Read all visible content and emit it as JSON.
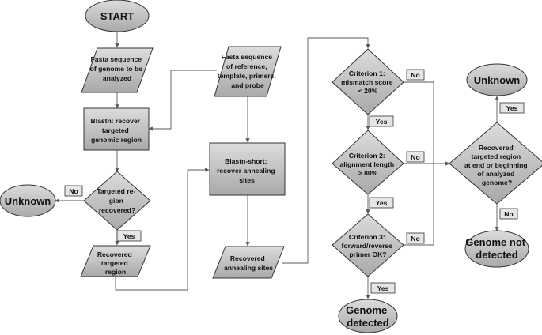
{
  "nodes": {
    "start": "START",
    "fasta_genome": [
      "Fasta sequence",
      "of genome to be",
      "analyzed"
    ],
    "fasta_reference": [
      "Fasta sequence",
      "of reference,",
      "template, primers,",
      "and probe"
    ],
    "blastn": [
      "Blastn: recover",
      "targeted",
      "genomic region"
    ],
    "targeted_recovered": [
      "Targeted re-",
      "gion",
      "recovered?"
    ],
    "unknown_left": "Unknown",
    "recovered_region": [
      "Recovered",
      "targeted",
      "region"
    ],
    "blastn_short": [
      "Blastn-short:",
      "recover annealing",
      "sites"
    ],
    "recovered_annealing": [
      "Recovered",
      "annealing sites"
    ],
    "criterion1": [
      "Criterion 1:",
      "mismatch score",
      "< 20%"
    ],
    "criterion2": [
      "Criterion 2:",
      "alignment length",
      "> 80%"
    ],
    "criterion3": [
      "Criterion 3:",
      "forward/reverse",
      "primer OK?"
    ],
    "genome_detected": [
      "Genome",
      "detected"
    ],
    "recovered_end": [
      "Recovered",
      "targeted region",
      "at end or beginning",
      "of analyzed",
      "genome?"
    ],
    "unknown_right": "Unknown",
    "genome_not_detected": [
      "Genome not",
      "detected"
    ]
  },
  "labels": {
    "yes": "Yes",
    "no": "No"
  },
  "colors": {
    "fill_light": "#d2d2d2",
    "fill_dark": "#a9a9a9",
    "stroke": "#333333",
    "tag_fill": "#e6e6e6"
  }
}
